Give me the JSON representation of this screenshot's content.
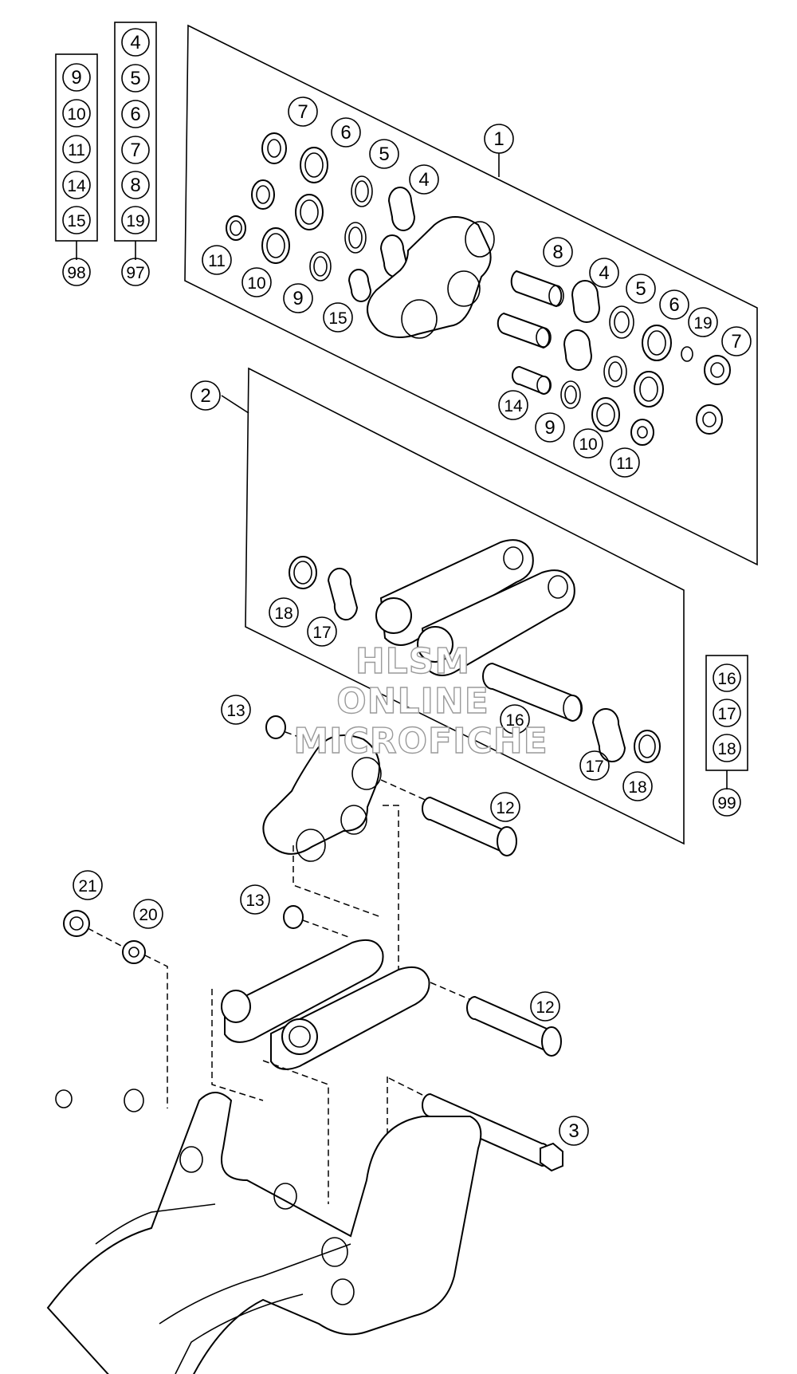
{
  "watermark": [
    "HLSM",
    "ONLINE",
    "MICROFICHE"
  ],
  "kits": [
    {
      "number": "98",
      "parts": [
        "9",
        "10",
        "11",
        "14",
        "15"
      ]
    },
    {
      "number": "97",
      "parts": [
        "4",
        "5",
        "6",
        "7",
        "8",
        "19"
      ]
    },
    {
      "number": "99",
      "parts": [
        "16",
        "17",
        "18"
      ]
    }
  ],
  "callouts": {
    "c1": "1",
    "c2": "2",
    "c3": "3",
    "a7": "7",
    "a6": "6",
    "a5": "5",
    "a4": "4",
    "a11": "11",
    "a10": "10",
    "a9": "9",
    "a15": "15",
    "b8": "8",
    "b4": "4",
    "b5": "5",
    "b6": "6",
    "b19": "19",
    "b7": "7",
    "b14": "14",
    "b9": "9",
    "b10": "10",
    "b11": "11",
    "d18a": "18",
    "d17a": "17",
    "d16": "16",
    "d17b": "17",
    "d18b": "18",
    "e13a": "13",
    "e12a": "12",
    "e21": "21",
    "e20": "20",
    "e13b": "13",
    "e12b": "12"
  }
}
